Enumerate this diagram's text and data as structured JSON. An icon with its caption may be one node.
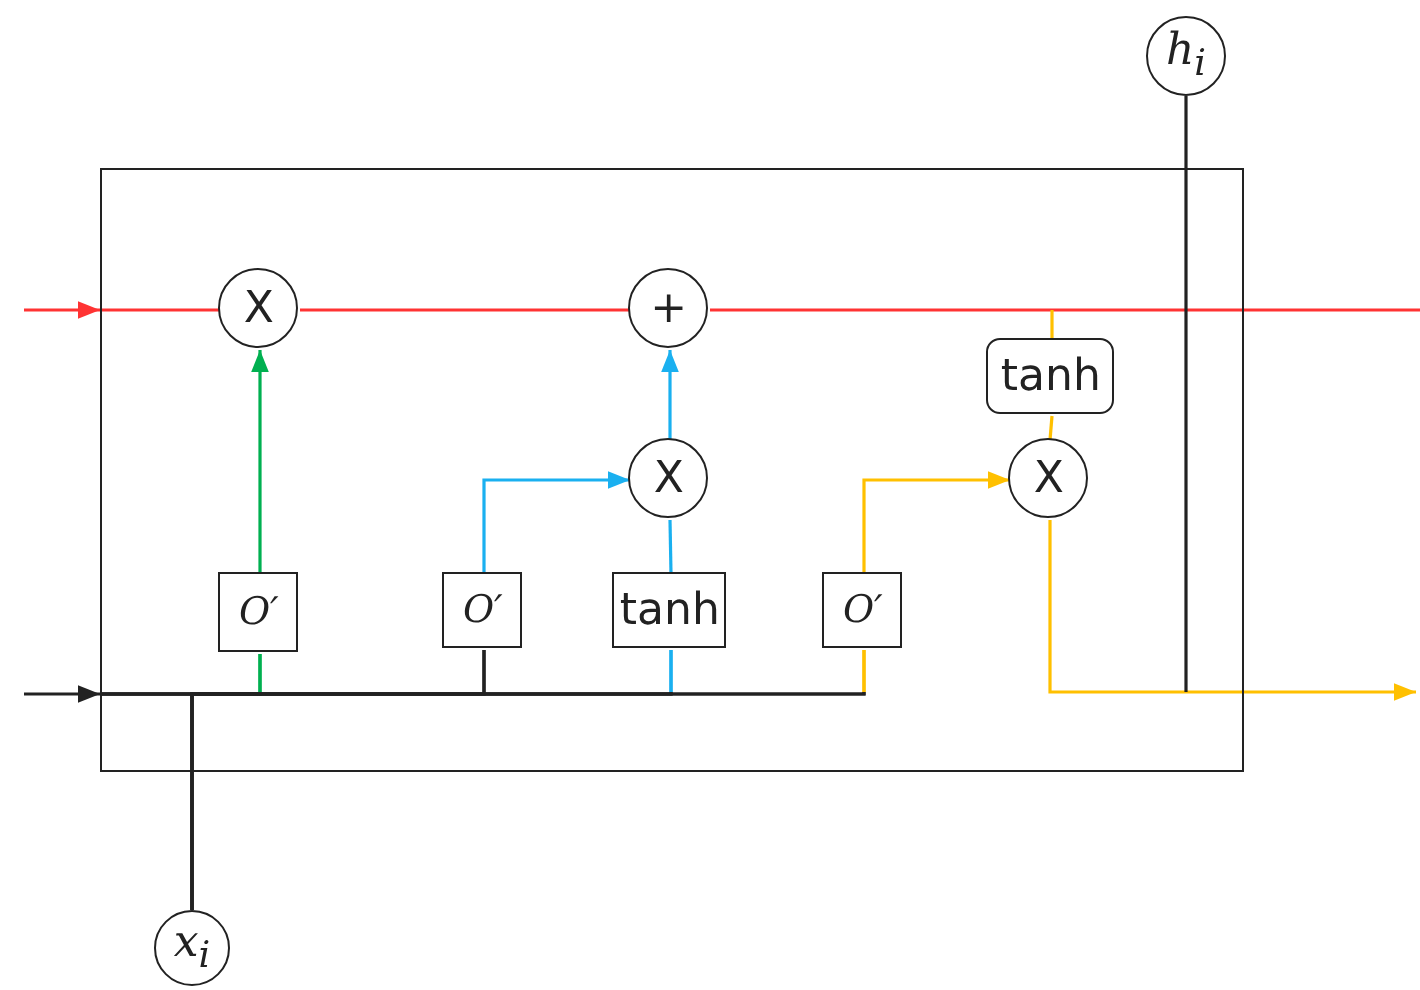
{
  "diagram": {
    "nodes": [
      {
        "text": [
          "h$_{i}$"
        ]
      },
      {
        "text": [],
        "shape": "box"
      },
      {
        "text": [
          "X"
        ],
        "in": 1
      },
      {
        "text": [
          "+"
        ],
        "in": 1
      },
      {
        "text": [
          "tanh"
        ],
        "in": 1
      },
      {
        "text": [
          "X"
        ],
        "in": 1
      },
      {
        "text": [
          "X"
        ],
        "in": 1
      },
      {
        "text": [
          "O′"
        ],
        "in": 1
      },
      {
        "text": [
          "O′"
        ],
        "in": 1
      },
      {
        "text": [
          "tanh"
        ],
        "in": 1
      },
      {
        "text": [
          "O′"
        ],
        "in": 1
      },
      {
        "text": [
          "x$_{i}$"
        ]
      }
    ],
    "edges": [
      {
        "from": null,
        "to": 1,
        "arrow": "to",
        "color": "#ff3333"
      },
      {
        "from": 1,
        "to": 2,
        "arrow": "none",
        "color": "#ff3333"
      },
      {
        "from": 2,
        "to": 3,
        "arrow": "none",
        "color": "#ff3333"
      },
      {
        "from": 3,
        "to": null,
        "arrow": "none",
        "color": "#ff3333"
      },
      {
        "from": 7,
        "to": 2,
        "arrow": "to",
        "color": "#00b050"
      },
      {
        "from": 8,
        "to": 5,
        "arrow": "to",
        "color": "#1ab0f0"
      },
      {
        "from": 9,
        "to": 5,
        "arrow": "none",
        "color": "#1ab0f0"
      },
      {
        "from": 5,
        "to": 3,
        "arrow": "to",
        "color": "#1ab0f0"
      },
      {
        "from": null,
        "to": 4,
        "arrow": "none",
        "color": "#ffc000"
      },
      {
        "from": 10,
        "to": 6,
        "arrow": "to",
        "color": "#ffc000"
      },
      {
        "from": 4,
        "to": 6,
        "arrow": "none",
        "color": "#ffc000"
      },
      {
        "from": 6,
        "to": null,
        "arrow": "to",
        "color": "#ffc000"
      },
      {
        "from": 0,
        "to": null,
        "arrow": "none",
        "color": "#222222"
      },
      {
        "from": null,
        "to": 1,
        "arrow": "to",
        "color": "#222222"
      },
      {
        "from": 1,
        "to": 7,
        "arrow": "none",
        "color": "#00b050"
      },
      {
        "from": 1,
        "to": 8,
        "arrow": "none",
        "color": "#222222"
      },
      {
        "from": 1,
        "to": 9,
        "arrow": "none",
        "color": "#1ab0f0"
      },
      {
        "from": 1,
        "to": 10,
        "arrow": "none",
        "color": "#ffc000"
      },
      {
        "from": 11,
        "to": 7,
        "arrow": "none",
        "color": "#00b050"
      },
      {
        "from": 11,
        "to": 8,
        "arrow": "none",
        "color": "#222222"
      },
      {
        "from": 11,
        "to": 9,
        "arrow": "none",
        "color": "#1ab0f0"
      },
      {
        "from": 11,
        "to": 10,
        "arrow": "none",
        "color": "#ffc000"
      }
    ]
  }
}
